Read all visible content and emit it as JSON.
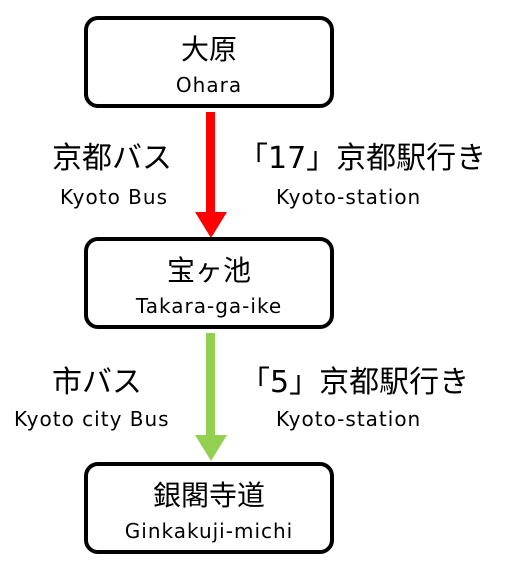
{
  "colors": {
    "segment1_arrow": "#ff0000",
    "segment2_arrow": "#92d050",
    "box_border": "#000000"
  },
  "stops": [
    {
      "name_ja": "大原",
      "name_en": "Ohara"
    },
    {
      "name_ja": "宝ヶ池",
      "name_en": "Takara-ga-ike"
    },
    {
      "name_ja": "銀閣寺道",
      "name_en": "Ginkakuji-michi"
    }
  ],
  "segments": [
    {
      "operator_ja": "京都バス",
      "operator_en": "Kyoto Bus",
      "route_ja": "「17」京都駅行き",
      "route_en": "Kyoto-station",
      "arrow_color": "#ff0000"
    },
    {
      "operator_ja": "市バス",
      "operator_en": "Kyoto city Bus",
      "route_ja": "「5」京都駅行き",
      "route_en": "Kyoto-station",
      "arrow_color": "#92d050"
    }
  ]
}
